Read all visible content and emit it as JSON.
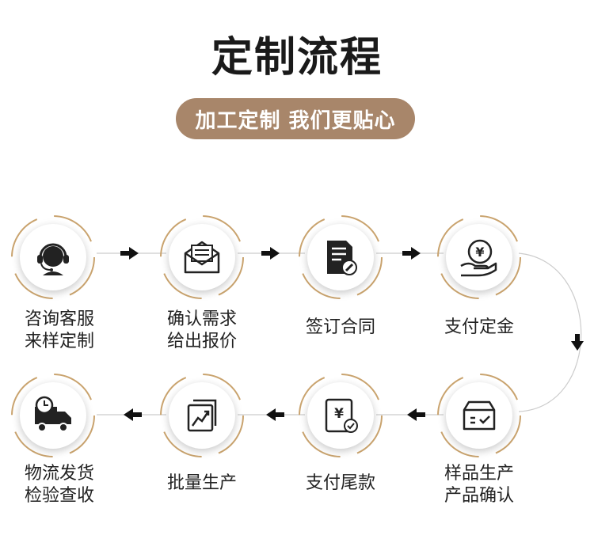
{
  "header": {
    "title": "定制流程",
    "subtitle": "加工定制 我们更贴心"
  },
  "steps": [
    {
      "line1": "咨询客服",
      "line2": "来样定制",
      "icon": "headset-icon"
    },
    {
      "line1": "确认需求",
      "line2": "给出报价",
      "icon": "mail-icon"
    },
    {
      "line1": "签订合同",
      "line2": "",
      "icon": "contract-icon"
    },
    {
      "line1": "支付定金",
      "line2": "",
      "icon": "yen-coin-hand-icon"
    },
    {
      "line1": "样品生产",
      "line2": "产品确认",
      "icon": "box-icon"
    },
    {
      "line1": "支付尾款",
      "line2": "",
      "icon": "yen-receipt-icon"
    },
    {
      "line1": "批量生产",
      "line2": "",
      "icon": "growth-chart-icon"
    },
    {
      "line1": "物流发货",
      "line2": "检验查收",
      "icon": "delivery-truck-icon"
    }
  ],
  "colors": {
    "accent": "#a8866a",
    "ring": "#c9a36e",
    "arrow": "#111111"
  }
}
